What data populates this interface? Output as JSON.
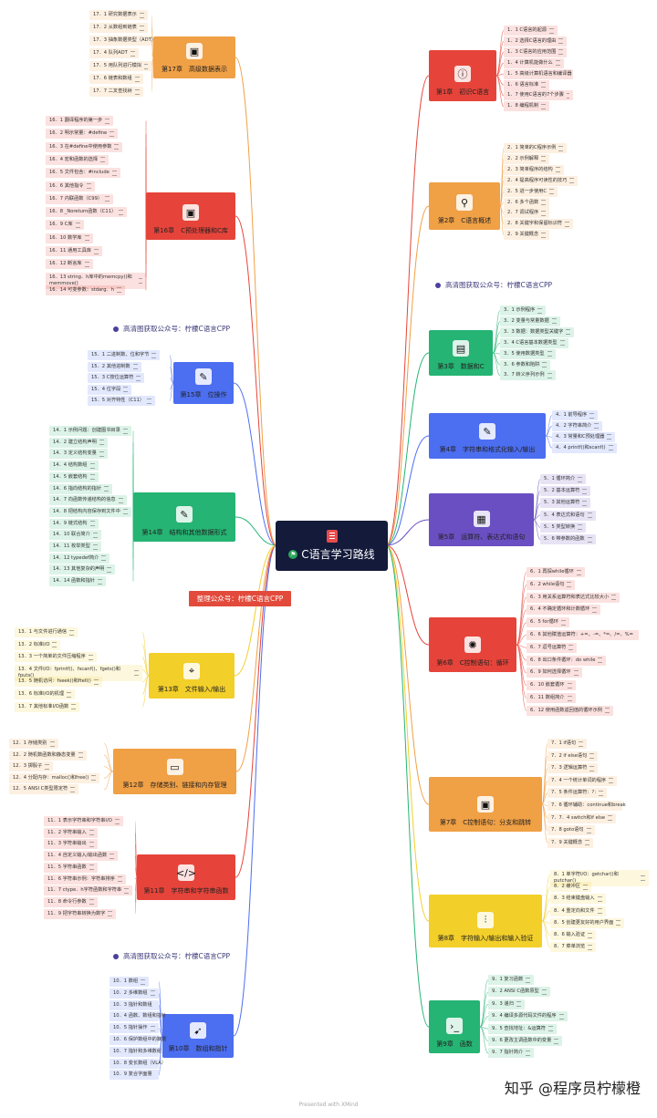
{
  "central": {
    "title": "C语言学习路线"
  },
  "promo": "整理公众号：柠檬C语言CPP",
  "notes": [
    "高清图获取公众号：柠檬C语言CPP",
    "高清图获取公众号：柠檬C语言CPP",
    "高清图获取公众号：柠檬C语言CPP"
  ],
  "watermark": "知乎 @程序员柠檬橙",
  "footer": "Presented with XMind",
  "chapters": [
    {
      "id": "c1",
      "title": "第1章　初识C语言",
      "color": "#e6443a",
      "icon": "info-icon",
      "items": [
        "1．1 C语言的起源",
        "1．2 选择C语言的理由",
        "1．3 C语言的应用范围",
        "1．4 计算机能做什么",
        "1．5 高级计算机语言和编译器",
        "1．6 语言标准",
        "1．7 使用C语言的7个步骤",
        "1．8 编程机制"
      ]
    },
    {
      "id": "c2",
      "title": "第2章　C语言概述",
      "color": "#f0a045",
      "icon": "magnifier-icon",
      "items": [
        "2．1 简单的C程序示例",
        "2．2 示例解释",
        "2．3 简单程序的结构",
        "2．4 提高程序可读性的技巧",
        "2．5 进一步使用C",
        "2．6 多个函数",
        "2．7 调试程序",
        "2．8 关键字和保留标识符",
        "2．9 关键概念"
      ]
    },
    {
      "id": "c3",
      "title": "第3章　数据和C",
      "color": "#25b473",
      "icon": "notepad-icon",
      "items": [
        "3．1 示例程序",
        "3．2 变量与常量数据",
        "3．3 数据：数据类型关键字",
        "3．4 C语言基本数据类型",
        "3．5 使用数据类型",
        "3．6 参数和陷阱",
        "3．7 转义序列示例"
      ]
    },
    {
      "id": "c4",
      "title": "第4章　字符串和格式化输入/输出",
      "color": "#4c6ef0",
      "icon": "edit-icon",
      "items": [
        "4．1 前导程序",
        "4．2 字符串简介",
        "4．3 常量和C预处理器",
        "4．4 printf()和scanf()"
      ]
    },
    {
      "id": "c5",
      "title": "第5章　运算符、表达式和语句",
      "color": "#6a4fc2",
      "icon": "chart-icon",
      "items": [
        "5．1 循环简介",
        "5．2 基本运算符",
        "5．3 其他运算符",
        "5．4 表达式和语句",
        "5．5 类型转换",
        "5．6 带参数的函数"
      ]
    },
    {
      "id": "c6",
      "title": "第6章　C控制语句：循环",
      "color": "#e6443a",
      "icon": "bulb-icon",
      "items": [
        "6．1 再探while循环",
        "6．2 while语句",
        "6．3 用关系运算符和表达式比较大小",
        "6．4 不确定循环和计数循环",
        "6．5 for循环",
        "6．6 其他赋值运算符：+=、-=、*=、/=、%=",
        "6．7 逗号运算符",
        "6．8 出口条件循环：do while",
        "6．9 如何选择循环",
        "6．10 嵌套循环",
        "6．11 数组简介",
        "6．12 使用函数返回值的循环示例"
      ]
    },
    {
      "id": "c7",
      "title": "第7章　C控制语句：分支和跳转",
      "color": "#f0a045",
      "icon": "folder-icon",
      "items": [
        "7．1 if语句",
        "7．2 if else语句",
        "7．3 逻辑运算符",
        "7．4 一个统计单词的程序",
        "7．5 条件运算符：?:",
        "7．6 循环辅助：continue和break",
        "7．7．4 switch和if else",
        "7．8 goto语句",
        "7．9 关键概念"
      ]
    },
    {
      "id": "c8",
      "title": "第8章　字符输入/输出和输入验证",
      "color": "#f3cf2a",
      "icon": "sliders-icon",
      "items": [
        "8．1 单字符I/O：getchar()和putchar()",
        "8．2 缓冲区",
        "8．3 结束键盘输入",
        "8．4 重定向和文件",
        "8．5 创建更友好的用户界面",
        "8．6 输入验证",
        "8．7 菜单浏览"
      ]
    },
    {
      "id": "c9",
      "title": "第9章　函数",
      "color": "#25b473",
      "icon": "terminal-icon",
      "items": [
        "9．1 复习函数",
        "9．2 ANSI C函数原型",
        "9．3 递归",
        "9．4 编译多源代码文件的程序",
        "9．5 查找地址：&运算符",
        "9．6 更改主调函数中的变量",
        "9．7 指针简介"
      ]
    },
    {
      "id": "c10",
      "title": "第10章　数组和指针",
      "color": "#4c6ef0",
      "icon": "cursor-icon",
      "items": [
        "10．1 数组",
        "10．2 多维数组",
        "10．3 指针和数组",
        "10．4 函数、数组和指针",
        "10．5 指针操作",
        "10．6 保护数组中的数据",
        "10．7 指针和多维数组",
        "10．8 变长数组（VLA）",
        "10．9 复合字面量"
      ]
    },
    {
      "id": "c11",
      "title": "第11章　字符串和字符串函数",
      "color": "#e6443a",
      "icon": "code-icon",
      "items": [
        "11．1 表示字符串和字符串I/O",
        "11．2 字符串输入",
        "11．3 字符串输出",
        "11．4 自定义输入/输出函数",
        "11．5 字符串函数",
        "11．6 字符串示例：字符串排序",
        "11．7 ctype．h字符函数和字符串",
        "11．8 命令行参数",
        "11．9 把字符串转换为数字"
      ]
    },
    {
      "id": "c12",
      "title": "第12章　存储类别、链接和内存管理",
      "color": "#f0a045",
      "icon": "storage-icon",
      "items": [
        "12．1 存储类别",
        "12．2 随机数函数和静态变量",
        "12．3 掷骰子",
        "12．4 分配内存：malloc()和free()",
        "12．5 ANSI C类型限定符"
      ]
    },
    {
      "id": "c13",
      "title": "第13章　文件输入/输出",
      "color": "#f3cf2a",
      "icon": "antenna-icon",
      "items": [
        "13．1 与文件进行通信",
        "13．2 标准I/O",
        "13．3 一个简单的文件压缩程序",
        "13．4 文件I/O：fprintf()、fscanf()、fgets()和fputs()",
        "13．5 随机访问：fseek()和ftell()",
        "13．6 标准I/O的机理",
        "13．7 其他标准I/O函数"
      ]
    },
    {
      "id": "c14",
      "title": "第14章　结构和其他数据形式",
      "color": "#25b473",
      "icon": "edit-icon",
      "items": [
        "14．1 示例问题：创建图书目录",
        "14．2 建立结构声明",
        "14．3 定义结构变量",
        "14．4 结构数组",
        "14．5 嵌套结构",
        "14．6 指向结构的指针",
        "14．7 向函数传递结构的信息",
        "14．8 把结构内容保存到文件中",
        "14．9 链式结构",
        "14．10 联合简介",
        "14．11 枚举类型",
        "14．12 typedef简介",
        "14．13 其他复杂的声明",
        "14．14 函数和指针"
      ]
    },
    {
      "id": "c15",
      "title": "第15章　位操作",
      "color": "#4c6ef0",
      "icon": "edit-icon",
      "items": [
        "15．1 二进制数、位和字节",
        "15．2 其他进制数",
        "15．3 C按位运算符",
        "15．4 位字段",
        "15．5 对齐特性（C11）"
      ]
    },
    {
      "id": "c16",
      "title": "第16章　C预处理器和C库",
      "color": "#e6443a",
      "icon": "save-icon",
      "items": [
        "16．1 翻译程序的第一步",
        "16．2 明示常量：#define",
        "16．3 在#define中使用参数",
        "16．4 宏和函数的选择",
        "16．5 文件包含：#include",
        "16．6 其他指令",
        "16．7 内联函数（C99）",
        "16．8 _Noreturn函数（C11）",
        "16．9 C库",
        "16．10 数学库",
        "16．11 通用工具库",
        "16．12 断言库",
        "16．13 string．h库中的memcpy()和memmove()",
        "16．14 可变参数：stdarg．h"
      ]
    },
    {
      "id": "c17",
      "title": "第17章　高级数据表示",
      "color": "#f0a045",
      "icon": "save-icon",
      "items": [
        "17．1 研究数据表示",
        "17．2 从数组到链表",
        "17．3 抽象数据类型（ADT）",
        "17．4 队列ADT",
        "17．5 用队列进行模拟",
        "17．6 链表和数组",
        "17．7 二叉查找树"
      ]
    }
  ]
}
